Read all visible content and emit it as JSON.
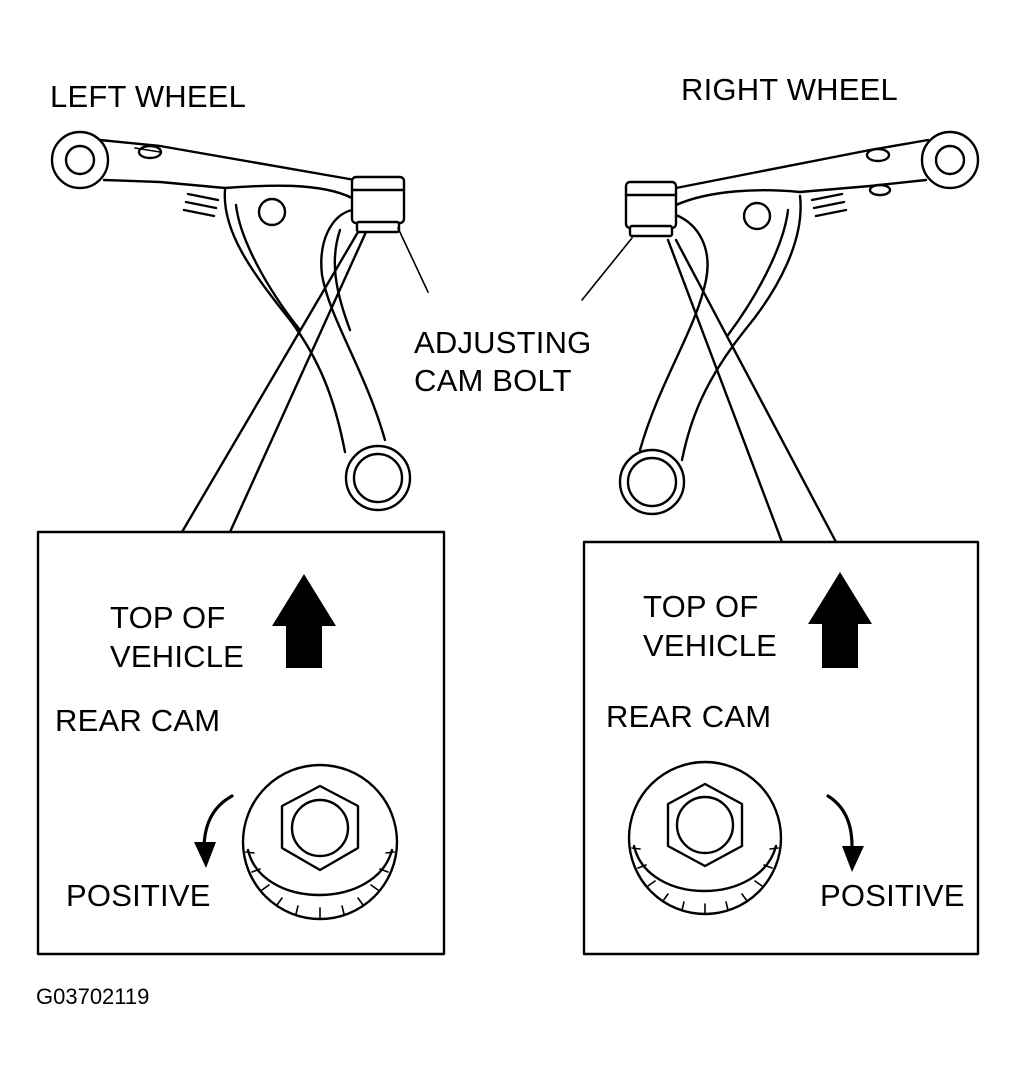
{
  "labels": {
    "left_wheel": "LEFT WHEEL",
    "right_wheel": "RIGHT WHEEL",
    "adjusting_line1": "ADJUSTING",
    "adjusting_line2": "CAM BOLT",
    "figure_code": "G03702119"
  },
  "panels": {
    "left": {
      "top_line1": "TOP OF",
      "top_line2": "VEHICLE",
      "rear_cam": "REAR CAM",
      "positive": "POSITIVE"
    },
    "right": {
      "top_line1": "TOP OF",
      "top_line2": "VEHICLE",
      "rear_cam": "REAR CAM",
      "positive": "POSITIVE"
    }
  },
  "icons": {
    "top_arrow": "up-arrow-icon",
    "rotation_arrow": "curved-arrow-icon",
    "cam_bolt": "hex-nut-cam-icon"
  }
}
